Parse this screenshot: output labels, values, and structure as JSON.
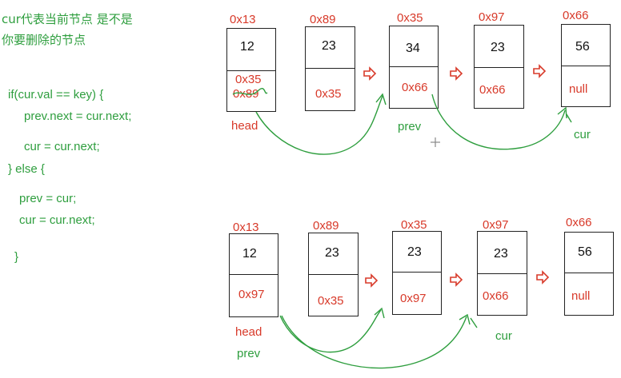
{
  "note": {
    "line1": "cur代表当前节点 是不是",
    "line2": "你要删除的节点"
  },
  "code": [
    "if(cur.val == key)  {",
    "prev.next = cur.next;",
    "cur = cur.next;",
    "} else {",
    "prev = cur;",
    "cur = cur.next;",
    "}"
  ],
  "top_list": {
    "nodes": [
      {
        "addr": "0x13",
        "val": "12",
        "next": "0x35",
        "overwritten": "0x89"
      },
      {
        "addr": "0x89",
        "val": "23",
        "next": "0x35"
      },
      {
        "addr": "0x35",
        "val": "34",
        "next": "0x66"
      },
      {
        "addr": "0x97",
        "val": "23",
        "next": "0x66"
      },
      {
        "addr": "0x66",
        "val": "56",
        "next": "null"
      }
    ],
    "labels": {
      "head": "head",
      "prev": "prev",
      "cur": "cur"
    }
  },
  "bottom_list": {
    "nodes": [
      {
        "addr": "0x13",
        "val": "12",
        "next": "0x97"
      },
      {
        "addr": "0x89",
        "val": "23",
        "next": "0x35"
      },
      {
        "addr": "0x35",
        "val": "23",
        "next": "0x97"
      },
      {
        "addr": "0x97",
        "val": "23",
        "next": "0x66"
      },
      {
        "addr": "0x66",
        "val": "56",
        "next": "null"
      }
    ],
    "labels": {
      "head": "head",
      "prev": "prev",
      "cur": "cur"
    }
  },
  "colors": {
    "code": "#2e9e3e",
    "address": "#d83a2a",
    "box": "#222222",
    "arrow_curve": "#2e9e3e",
    "arrow_small": "#d83a2a"
  },
  "icons": {
    "small_arrow": "hollow-right-arrow-icon",
    "cursor": "crosshair-cursor-icon"
  }
}
